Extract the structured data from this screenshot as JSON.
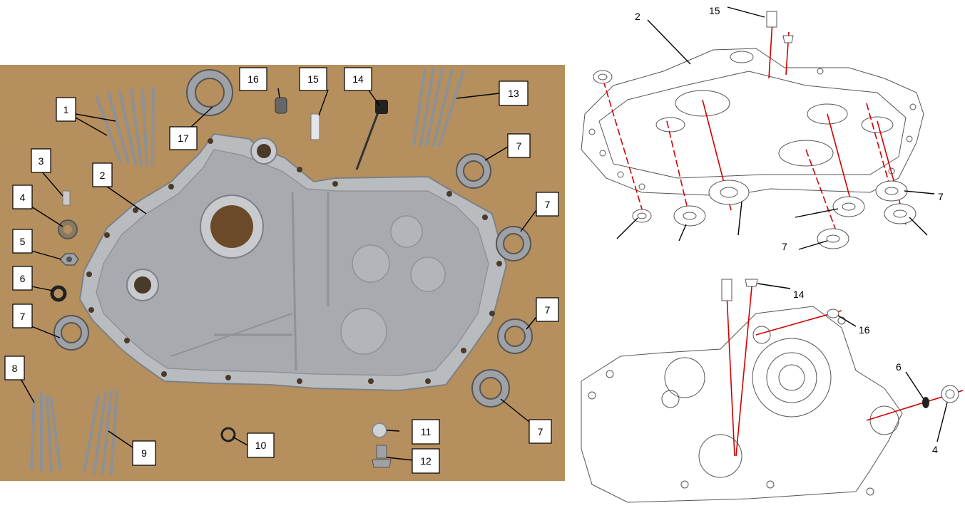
{
  "photo_callouts": [
    "1",
    "2",
    "3",
    "4",
    "5",
    "6",
    "7",
    "7",
    "7",
    "7",
    "7",
    "8",
    "9",
    "10",
    "11",
    "12",
    "13",
    "14",
    "15",
    "16",
    "17"
  ],
  "top_drawing_callouts": [
    "2",
    "15",
    "7",
    "7"
  ],
  "bottom_drawing_callouts": [
    "14",
    "16",
    "6",
    "4"
  ],
  "colors": {
    "photo_background": "#b58f5d",
    "casting": "#b9bcbf",
    "casting_dark": "#8f9398",
    "guide_line": "#d40000",
    "line_art": "#555555"
  }
}
